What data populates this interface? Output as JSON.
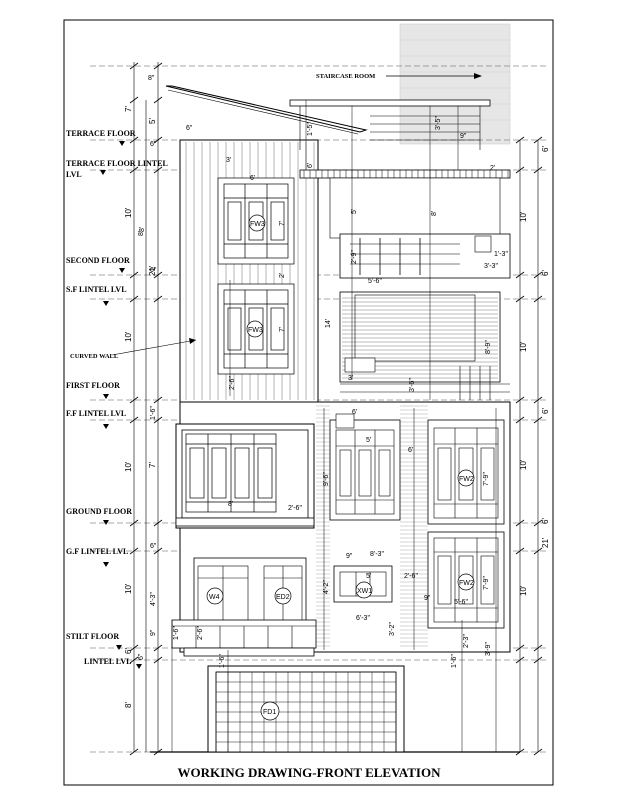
{
  "title": "WORKING DRAWING-FRONT ELEVATION",
  "levels": [
    {
      "id": "terrace",
      "label": "TERRACE FLOOR"
    },
    {
      "id": "terrace-lintel",
      "label": "TERRACE FLOOR  LINTEL"
    },
    {
      "id": "terrace-lintel-lvl",
      "label": "LVL"
    },
    {
      "id": "second",
      "label": "SECOND FLOOR"
    },
    {
      "id": "sf-lintel",
      "label": "S.F LINTEL LVL"
    },
    {
      "id": "first",
      "label": "FIRST FLOOR"
    },
    {
      "id": "ff-lintel",
      "label": "F.F LINTEL LVL"
    },
    {
      "id": "ground",
      "label": "GROUND FLOOR"
    },
    {
      "id": "gf-lintel",
      "label": "G.F LINTEL LVL"
    },
    {
      "id": "stilt",
      "label": "STILT FLOOR"
    },
    {
      "id": "lintel",
      "label": "LINTEL LVL"
    }
  ],
  "notes": {
    "staircase_room": "STAIRCASE ROOM",
    "curved_wall": "CURVED WALL"
  },
  "tags": {
    "fw3_upper": "FW3",
    "fw3_lower": "FW3",
    "fw2_upper": "FW2",
    "fw2_lower": "FW2",
    "w4": "W4",
    "ed2": "ED2",
    "xw1": "XW1",
    "fd1": "FD1"
  },
  "left_dims": {
    "d1": "7'",
    "d2": "5'",
    "d3": "10'",
    "d4": "21'",
    "d5": "10'",
    "d6": "10'",
    "d7": "7'",
    "d8": "10'",
    "d9": "6'",
    "d10": "8'",
    "s1": "8\"",
    "s2": "6\"",
    "s3": "6\"",
    "s4": "8'",
    "s5": "1'-6\"",
    "s6": "6\"",
    "s7": "4'-3\"",
    "s8": "9\"",
    "s9": "1'-6\"",
    "s10": "6\""
  },
  "right_dims": {
    "r1": "6'",
    "r2": "10'",
    "r3": "6'",
    "r4": "10'",
    "r5": "6'",
    "r6": "10'",
    "r7": "21'",
    "r8": "6'",
    "r9": "10'"
  },
  "inner_dims": {
    "a1": "6'",
    "a2": "3'",
    "a3": "8'",
    "a4": "7'",
    "a5": "2'",
    "a6": "7'",
    "a7": "2'-6\"",
    "a8": "6'",
    "a9": "5'",
    "a10": "14'",
    "a11": "8'",
    "a12": "5'-6\"",
    "a13": "6'",
    "a14": "3'-6\"",
    "a15": "5'",
    "a16": "6'",
    "a17": "9'-6\"",
    "a18": "2'-6\"",
    "a19": "7'-9\"",
    "a20": "8'-3\"",
    "a21": "5'",
    "a22": "6'-3\"",
    "a23": "4'-2\"",
    "a24": "3'-2\"",
    "a25": "1'-6\"",
    "a26": "2'-3\"",
    "a27": "3'-9\"",
    "a28": "5'-6\"",
    "a29": "7'-9\"",
    "a30": "2'-6\"",
    "a31": "3'-5\"",
    "a32": "2'",
    "a33": "3'-3\"",
    "a34": "1'-3\"",
    "a35": "9\"",
    "a36": "2'-9\"",
    "a37": "8'-9\"",
    "a38": "9\"",
    "a39": "2'-6\"",
    "a40": "1'-6\"",
    "a41": "6\"",
    "a42": "1'-5\"",
    "a43": "3'",
    "a44": "9\"",
    "a45": "8'"
  }
}
